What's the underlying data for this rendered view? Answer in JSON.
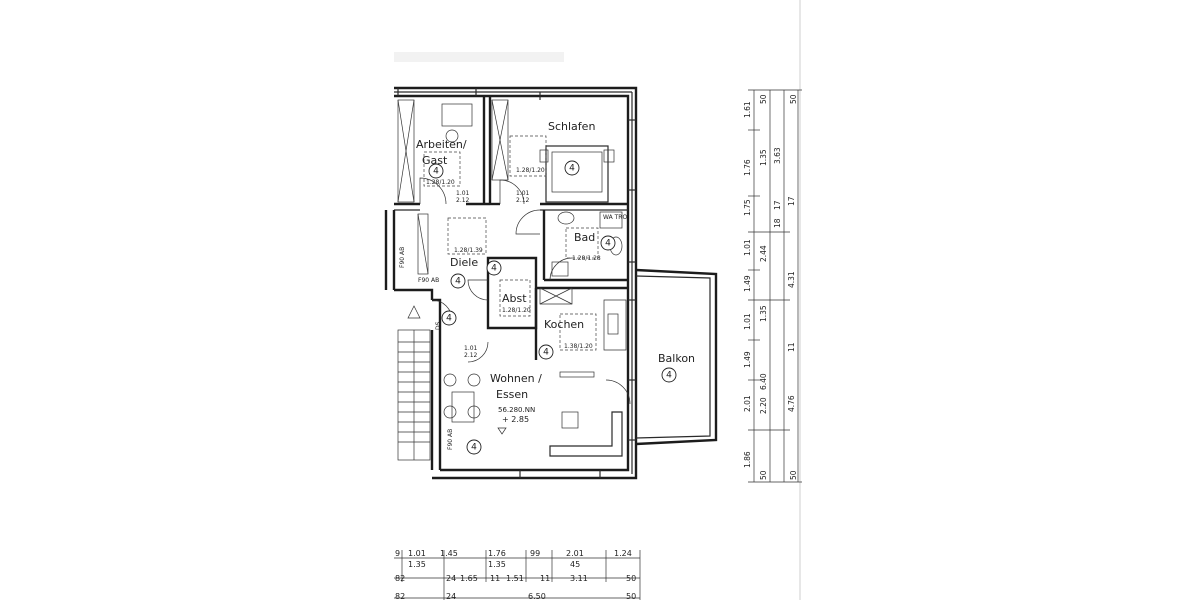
{
  "rooms": {
    "arbeiten_line1": "Arbeiten/",
    "arbeiten_line2": "Gast",
    "schlafen": "Schlafen",
    "bad": "Bad",
    "diele": "Diele",
    "abst": "Abst",
    "kochen": "Kochen",
    "balkon": "Balkon",
    "wohnen_line1": "Wohnen /",
    "wohnen_line2": "Essen"
  },
  "badge_number": "4",
  "elevation": {
    "nn": "56.280.NN",
    "level": "+ 2.85"
  },
  "window_labels": {
    "arbeiten": "1.28/1.20",
    "schlafen": "1.28/1.20",
    "diele": "1.28/1.39",
    "bad": "1.28/1.28",
    "abst": "1.28/1.20",
    "kochen": "1.38/1.20"
  },
  "door_labels": {
    "d1_top": "1.01",
    "d1_bottom": "2.12",
    "d2_top": "1.01",
    "d2_bottom": "2.12",
    "d3_top": "1.01",
    "d3_bottom": "2.12",
    "wm": "WA\nTRO"
  },
  "wall_labels": {
    "f90_upper": "F90 AB",
    "f90_lower": "F90 AB",
    "f90_diele": "F90 AB",
    "ds": "DS"
  },
  "right_dims": {
    "col1": [
      "1.61",
      "1.76",
      "1.75",
      "1.01",
      "1.49",
      "1.01",
      "1.49",
      "2.01",
      "1.86"
    ],
    "col2": [
      "50",
      "1.35",
      "2.44",
      "1.35",
      "6.40",
      "2.20",
      "50"
    ],
    "col3": [
      "3.63",
      "17",
      "18",
      "17",
      "4.31",
      "11",
      "4.76"
    ],
    "col4": [
      "50",
      "50"
    ]
  },
  "bottom_dims": {
    "row1": [
      "9",
      "1.01",
      "1.45",
      "1.76",
      "99",
      "2.01",
      "1.24"
    ],
    "row2": [
      "1.35",
      "1.35",
      "45"
    ],
    "row3": [
      "82",
      "24",
      "1.65",
      "11",
      "1.51",
      "11",
      "3.11",
      "50"
    ],
    "row4": [
      "82",
      "24",
      "6.50",
      "50"
    ]
  }
}
